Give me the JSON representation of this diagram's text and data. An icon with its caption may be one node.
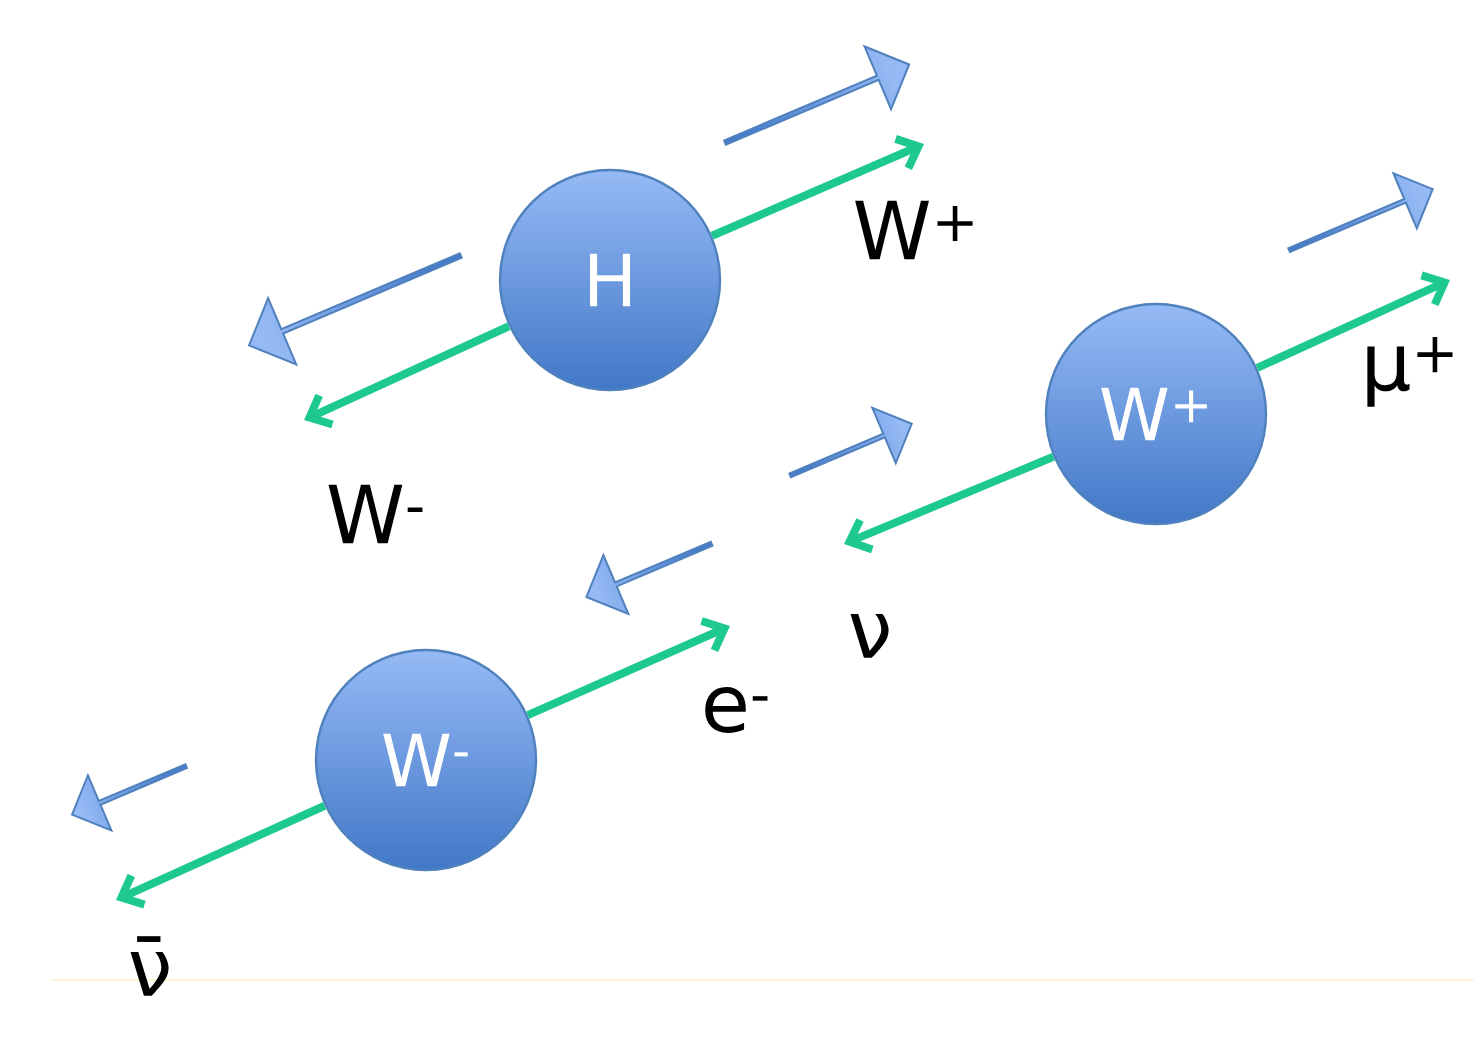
{
  "diagram": {
    "nodes": [
      {
        "text": [
          "H"
        ]
      },
      {
        "text": [
          "W$^{+}$"
        ]
      },
      {
        "text": [
          "W$^{-}$"
        ]
      },
      {
        "text": [
          "W$^{+}$"
        ]
      },
      {
        "text": [
          "W$^{-}$"
        ]
      },
      {
        "text": [
          "μ$^{+}$"
        ]
      },
      {
        "text": [
          "ν"
        ]
      },
      {
        "text": [
          "e$^{-}$"
        ]
      },
      {
        "text": [
          "ν̄"
        ]
      }
    ],
    "edges": [
      {
        "from": 0,
        "to": 3,
        "arrow": "to"
      },
      {
        "from": 0,
        "to": 4,
        "arrow": "to"
      },
      {
        "from": 1,
        "to": 5,
        "arrow": "to"
      },
      {
        "from": 1,
        "to": 6,
        "arrow": "to"
      },
      {
        "from": 2,
        "to": 7,
        "arrow": "to"
      },
      {
        "from": 2,
        "to": 8,
        "arrow": "to"
      }
    ]
  }
}
